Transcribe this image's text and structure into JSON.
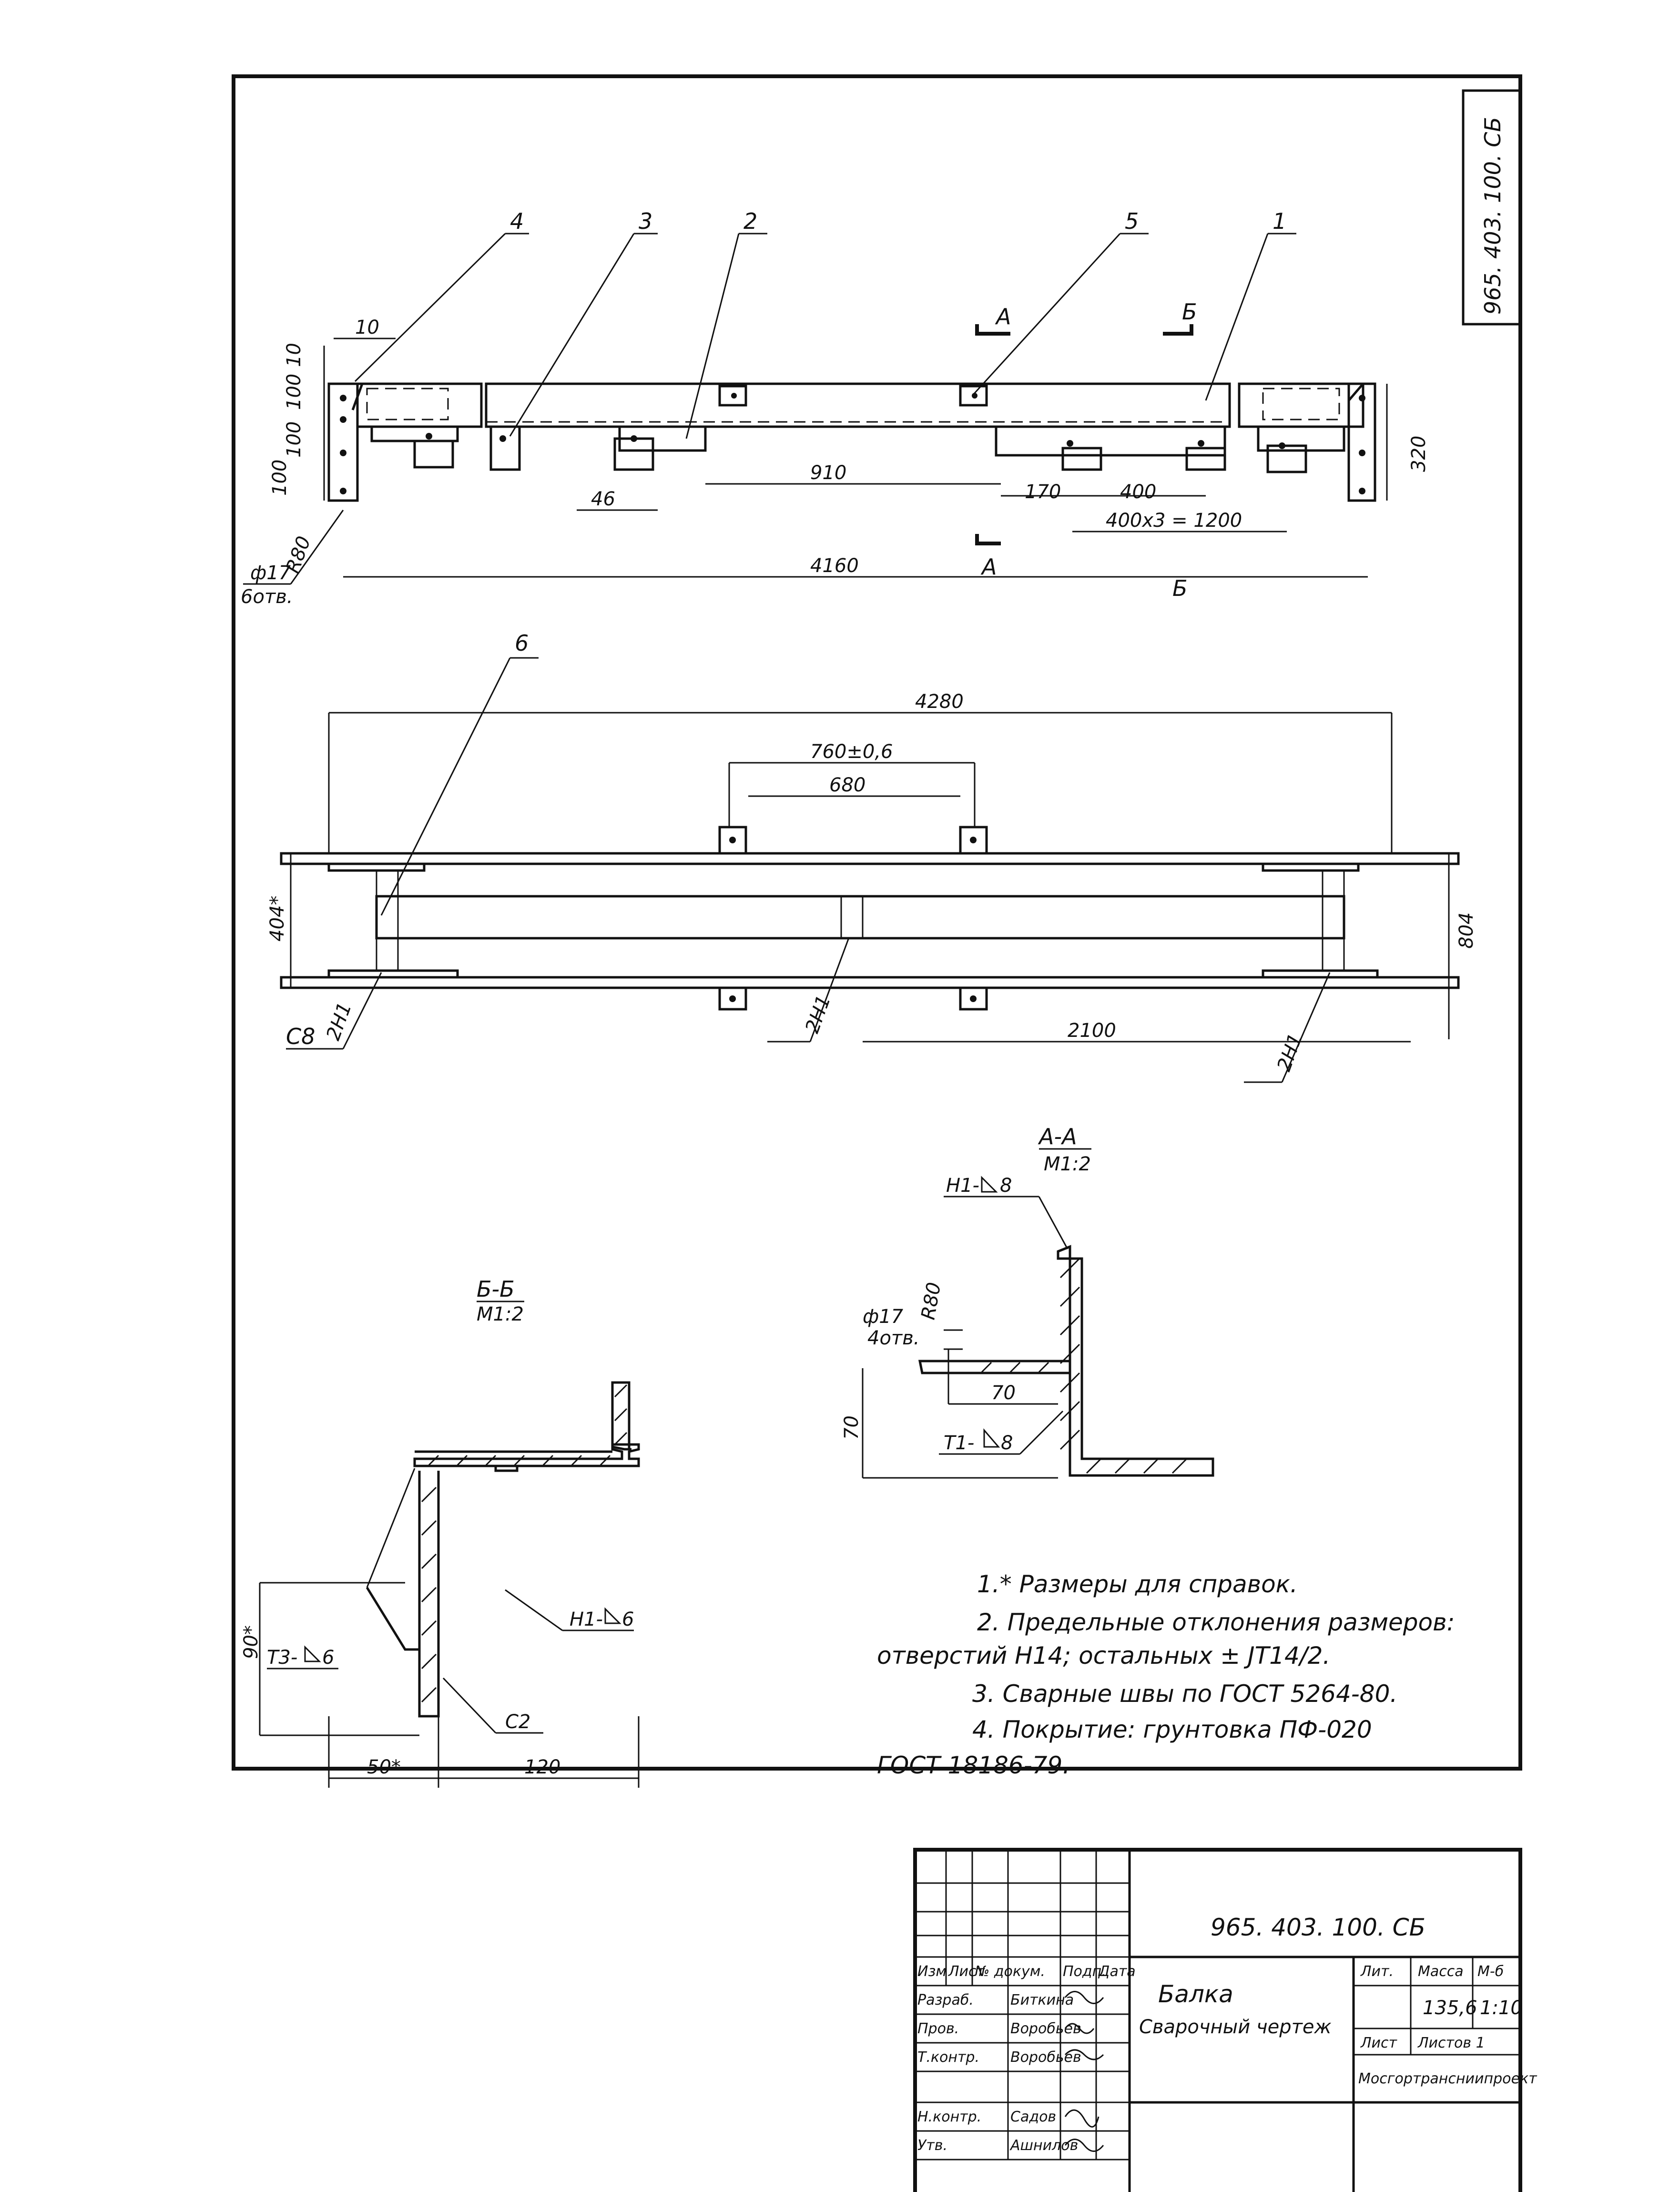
{
  "stamp_vertical": "965. 403. 100. СБ",
  "view_top": {
    "callouts": [
      "4",
      "3",
      "2",
      "5",
      "1"
    ],
    "dims": {
      "d10_top": "10",
      "d10_side": "10",
      "d100a": "100",
      "d100b": "100",
      "d100c": "100",
      "d46": "46",
      "d910": "910",
      "d170": "170",
      "d400": "400",
      "d400x3": "400x3 = 1200",
      "d4160": "4160",
      "d320": "320",
      "r80": "R80"
    },
    "hole_note": {
      "line1": "ф17",
      "line2": "6отв."
    },
    "section_marks": {
      "a_top": "А",
      "b_top": "Б",
      "a_bottom": "А",
      "b_bottom": "Б"
    }
  },
  "view_plan": {
    "callout": "6",
    "dims": {
      "d4280": "4280",
      "d760": "760±0,6",
      "d680": "680",
      "d404": "404*",
      "d804": "804",
      "d2100": "2100"
    },
    "weld_labels": {
      "left_code": "С8",
      "left": "2Н1",
      "mid": "2Н1",
      "right": "2Н1"
    }
  },
  "section_aa": {
    "title": "А-А",
    "scale": "М1:2",
    "weld_top": "Н1-",
    "weld_top_size": "8",
    "hole": {
      "line1": "ф17",
      "line2": "4отв."
    },
    "r80": "R80",
    "d70h": "70",
    "d70v": "70",
    "weld_bottom": "Т1-",
    "weld_bottom_size": "8"
  },
  "section_bb": {
    "title": "Б-Б",
    "scale": "М1:2",
    "d90": "90*",
    "weld_left": "Т3-",
    "weld_left_size": "6",
    "weld_right": "Н1-",
    "weld_right_size": "6",
    "c2": "С2",
    "d50": "50*",
    "d120": "120"
  },
  "notes": [
    "1.* Размеры для справок.",
    "2. Предельные отклонения размеров:",
    "отверстий Н14; остальных ± JT14/2.",
    "3. Сварные швы по ГОСТ 5264-80.",
    "4. Покрытие: грунтовка ПФ-020",
    "ГОСТ 18186-79."
  ],
  "title_block": {
    "doc_number": "965. 403. 100. СБ",
    "name": "Балка",
    "subtitle": "Сварочный чертеж",
    "head_cols": [
      "Изм",
      "Лист",
      "№ докум.",
      "Подп.",
      "Дата"
    ],
    "rows": [
      {
        "role": "Разраб.",
        "name": "Биткина"
      },
      {
        "role": "Пров.",
        "name": "Воробьев"
      },
      {
        "role": "Т.контр.",
        "name": "Воробьев"
      },
      {
        "role": "Н.контр.",
        "name": "Садов"
      },
      {
        "role": "Утв.",
        "name": "Ашнилов"
      }
    ],
    "lit_label": "Лит.",
    "mass_label": "Масса",
    "scale_label": "М-б",
    "mass": "135,6",
    "scale": "1:10",
    "sheet_label": "Лист",
    "sheets_label": "Листов 1",
    "org": "Мосгортрансниипроект"
  }
}
